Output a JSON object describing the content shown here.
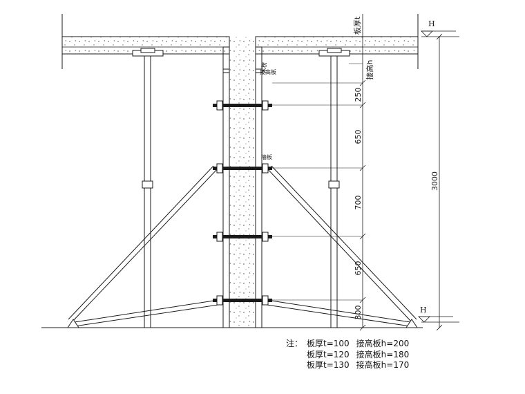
{
  "labels": {
    "slab_thickness": "板厚t",
    "raise_height": "接高h",
    "wood_joist": "木楞",
    "raise_board": "接高板",
    "wall_board": "墙板"
  },
  "level_marks": {
    "top": "H",
    "bottom": "H"
  },
  "dimensions": {
    "segments": [
      "250",
      "650",
      "700",
      "650",
      "300"
    ],
    "total": "3000"
  },
  "notes": {
    "prefix": "注：",
    "rows": [
      {
        "thickness": "板厚t=100",
        "raise": "接高板h=200"
      },
      {
        "thickness": "板厚t=120",
        "raise": "接高板h=180"
      },
      {
        "thickness": "板厚t=130",
        "raise": "接高板h=170"
      }
    ]
  },
  "colors": {
    "line": "#1a1a1a",
    "background": "#ffffff"
  }
}
